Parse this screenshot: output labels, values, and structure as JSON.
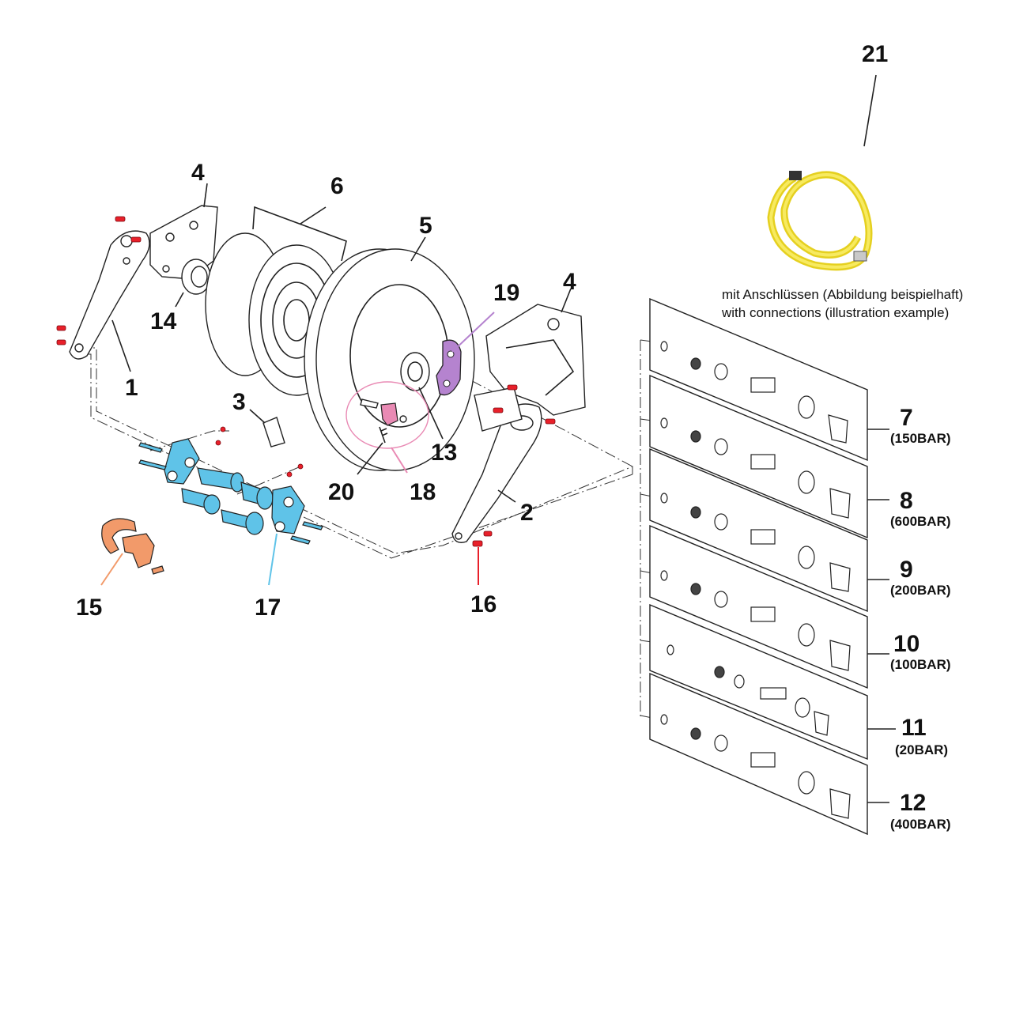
{
  "diagram": {
    "labels": {
      "p1": "1",
      "p2": "2",
      "p3": "3",
      "p4a": "4",
      "p4b": "4",
      "p5": "5",
      "p6": "6",
      "p13": "13",
      "p14": "14",
      "p15": "15",
      "p16": "16",
      "p17": "17",
      "p18": "18",
      "p19": "19",
      "p20": "20",
      "p21": "21"
    },
    "kits": [
      {
        "number": "7",
        "pressure": "(150BAR)"
      },
      {
        "number": "8",
        "pressure": "(600BAR)"
      },
      {
        "number": "9",
        "pressure": "(200BAR)"
      },
      {
        "number": "10",
        "pressure": "(100BAR)"
      },
      {
        "number": "11",
        "pressure": "(20BAR)"
      },
      {
        "number": "12",
        "pressure": "(400BAR)"
      }
    ],
    "hose_note": {
      "line1": "mit Anschlüssen (Abbildung beispielhaft)",
      "line2": "with connections (illustration example)"
    },
    "colors": {
      "screw_red": "#e8202a",
      "bracket_blue": "#5fc3e8",
      "clamp_orange": "#f29a6a",
      "pawl_purple": "#b583cf",
      "latch_pink": "#e98ab4",
      "hose_yellow": "#f2e030"
    }
  }
}
